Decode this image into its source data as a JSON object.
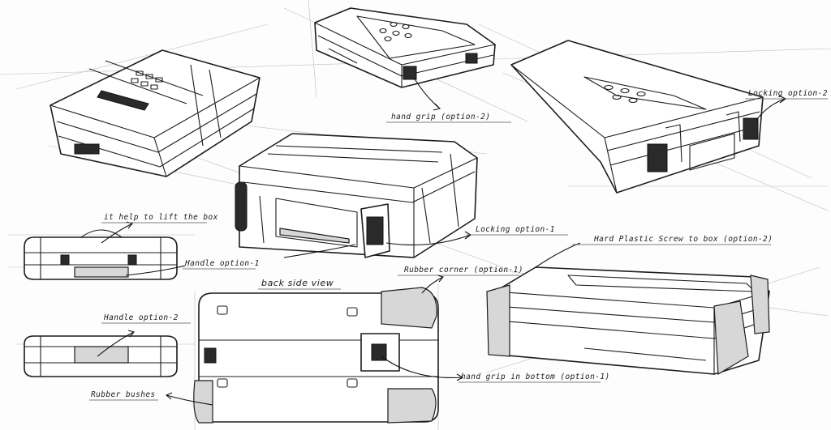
{
  "labels": {
    "handgrip_2": "hand grip (option-2)",
    "locking_2": "Locking option-2",
    "lift": "it help to lift the box",
    "handle_1": "Handle option-1",
    "locking_1": "Locking option-1",
    "plastic_screw": "Hard Plastic Screw to box (option-2)",
    "rubber_corner": "Rubber corner (option-1)",
    "back_view": "back side view",
    "handle_2": "Handle option-2",
    "handgrip_bottom": "hand grip in bottom (option-1)",
    "rubber_bushes": "Rubber bushes"
  },
  "colors": {
    "ink": "#1c1c1c",
    "guide": "#bdbdbd",
    "paper": "#fdfdfd",
    "shade": "#d7d7d7"
  }
}
